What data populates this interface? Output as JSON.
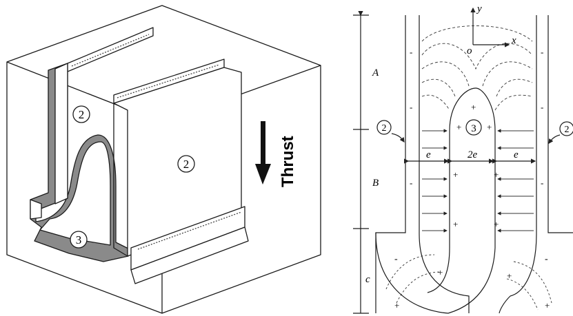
{
  "left_panel": {
    "label_upper_2": "2",
    "label_face_2": "2",
    "label_3": "3",
    "thrust_label": "Thrust"
  },
  "right_panel": {
    "axis_y": "y",
    "axis_x": "x",
    "origin": "o",
    "label_A": "A",
    "label_B": "B",
    "label_C": "c",
    "label_left_2": "2",
    "label_right_2": "2",
    "label_center_3": "3",
    "dim_e_left": "e",
    "dim_2e": "2e",
    "dim_e_right": "e",
    "plus_sign": "+",
    "minus_sign": "-"
  }
}
